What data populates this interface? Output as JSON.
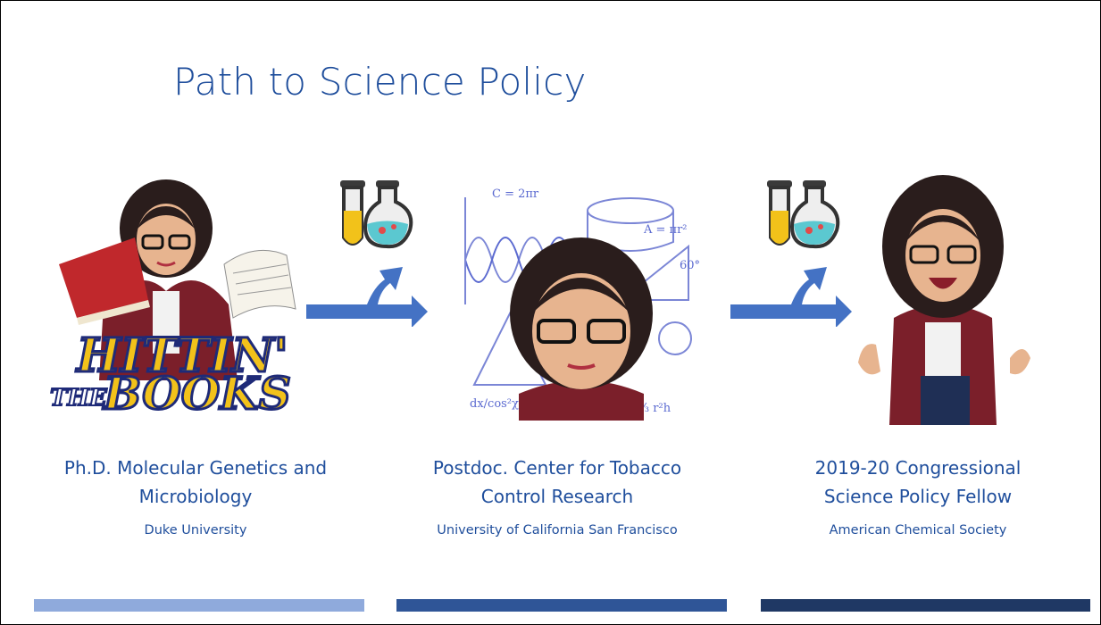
{
  "slide": {
    "title": "Path to Science Policy"
  },
  "books_logo": {
    "line1": "HITTIN'",
    "line2_a": "THE",
    "line2_b": "BOOKS"
  },
  "steps": [
    {
      "main_line1": "Ph.D. Molecular Genetics and",
      "main_line2": "Microbiology",
      "sub": "Duke University",
      "bar_color": "#8faadc"
    },
    {
      "main_line1": "Postdoc. Center for Tobacco",
      "main_line2": "Control Research",
      "sub": "University of California San Francisco",
      "bar_color": "#2f5597"
    },
    {
      "main_line1": "2019-20 Congressional",
      "main_line2": "Science Policy Fellow",
      "sub": "American Chemical Society",
      "bar_color": "#1f3864"
    }
  ],
  "colors": {
    "title": "#1f4e9c",
    "arrow": "#4472c4",
    "text": "#1f4e9c"
  }
}
